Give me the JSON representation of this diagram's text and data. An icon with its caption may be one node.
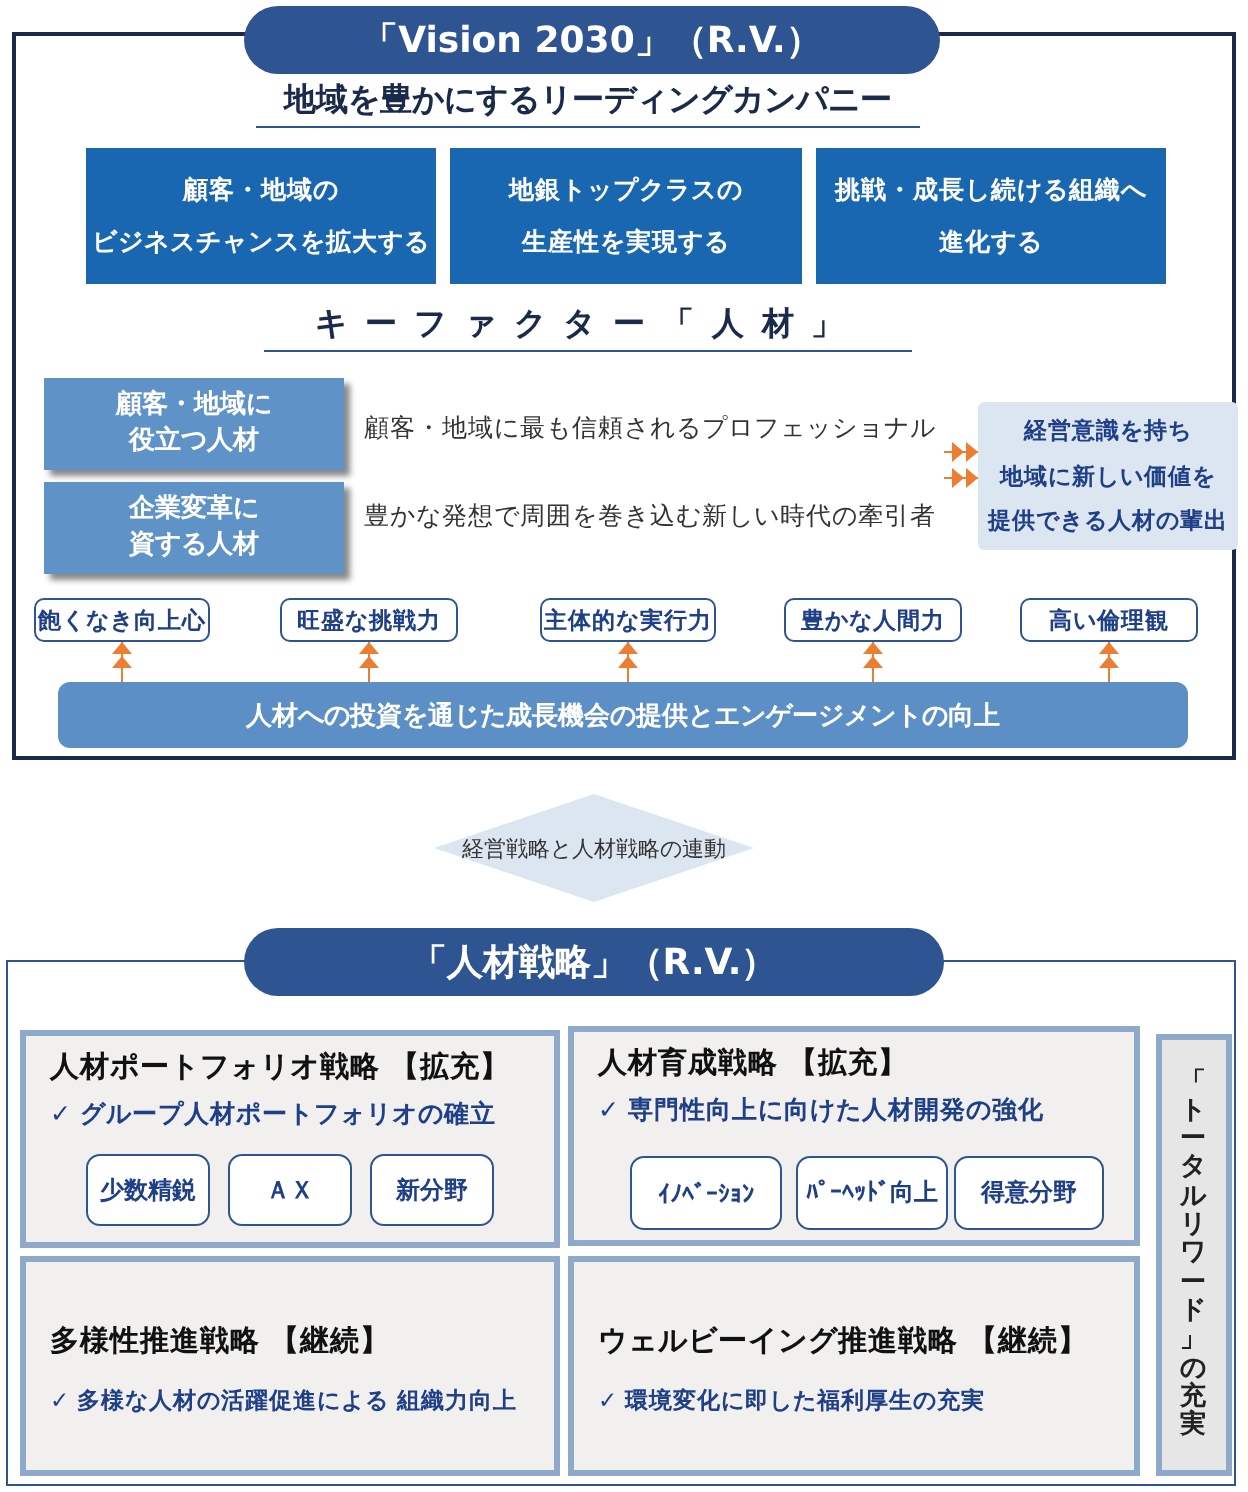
{
  "diagram": {
    "nodes": [
      {
        "text": [
          "「Vision 2030」（R.V.）",
          "地域を豊かにするリーディングカンパニー",
          "キーファクター「人材」"
        ]
      },
      {
        "text": [
          "顧客・地域の",
          "ビジネスチャンスを拡大する"
        ],
        "in": 0
      },
      {
        "text": [
          "地銀トップクラスの",
          "生産性を実現する"
        ],
        "in": 0
      },
      {
        "text": [
          "挑戦・成長し続ける組織へ",
          "進化する"
        ],
        "in": 0
      },
      {
        "text": [
          "顧客・地域に",
          "役立つ人材"
        ],
        "in": 0
      },
      {
        "text": [
          "顧客・地域に最も信頼されるプロフェッショナル"
        ],
        "in": 0
      },
      {
        "text": [
          "企業変革に",
          "資する人材"
        ],
        "in": 0
      },
      {
        "text": [
          "豊かな発想で周囲を巻き込む新しい時代の牽引者"
        ],
        "in": 0
      },
      {
        "text": [
          "経営意識を持ち",
          "地域に新しい価値を",
          "提供できる人材の輩出"
        ],
        "in": 0
      },
      {
        "text": [
          "飽くなき向上心"
        ],
        "in": 0
      },
      {
        "text": [
          "旺盛な挑戦力"
        ],
        "in": 0
      },
      {
        "text": [
          "主体的な実行力"
        ],
        "in": 0
      },
      {
        "text": [
          "豊かな人間力"
        ],
        "in": 0
      },
      {
        "text": [
          "高い倫理観"
        ],
        "in": 0
      },
      {
        "text": [
          "人材への投資を通じた成長機会の提供とエンゲージメントの向上"
        ],
        "in": 0
      },
      {
        "text": [
          "経営戦略と人材戦略の連動"
        ]
      },
      {
        "text": [
          "「人材戦略」（R.V.）"
        ]
      },
      {
        "text": [
          "人材ポートフォリオ戦略 【拡充】",
          "✓ グループ人材ポートフォリオの確立"
        ],
        "in": 16
      },
      {
        "text": [
          "少数精鋭"
        ],
        "in": 17
      },
      {
        "text": [
          "ＡＸ"
        ],
        "in": 17
      },
      {
        "text": [
          "新分野"
        ],
        "in": 17
      },
      {
        "text": [
          "人材育成戦略 【拡充】",
          "✓ 専門性向上に向けた人材開発の強化"
        ],
        "in": 16
      },
      {
        "text": [
          "ｲﾉﾍﾞｰｼｮﾝ"
        ],
        "in": 21
      },
      {
        "text": [
          "ﾊﾟｰﾍｯﾄﾞ向上"
        ],
        "in": 21
      },
      {
        "text": [
          "得意分野"
        ],
        "in": 21
      },
      {
        "text": [
          "多様性推進戦略 【継続】",
          "✓ 多様な人材の活躍促進による 組織力向上"
        ],
        "in": 16
      },
      {
        "text": [
          "ウェルビーイング推進戦略 【継続】",
          "✓ 環境変化に即した福利厚生の充実"
        ],
        "in": 16
      },
      {
        "text": [
          "「トータルリワード」の充実"
        ],
        "in": 16
      }
    ],
    "edges": [
      {
        "from": 5,
        "to": 8,
        "arrow": "to"
      },
      {
        "from": 7,
        "to": 8,
        "arrow": "to"
      },
      {
        "from": 14,
        "to": 9,
        "arrow": "to"
      },
      {
        "from": 14,
        "to": 10,
        "arrow": "to"
      },
      {
        "from": 14,
        "to": 11,
        "arrow": "to"
      },
      {
        "from": 14,
        "to": 12,
        "arrow": "to"
      },
      {
        "from": 14,
        "to": 13,
        "arrow": "to"
      }
    ]
  }
}
